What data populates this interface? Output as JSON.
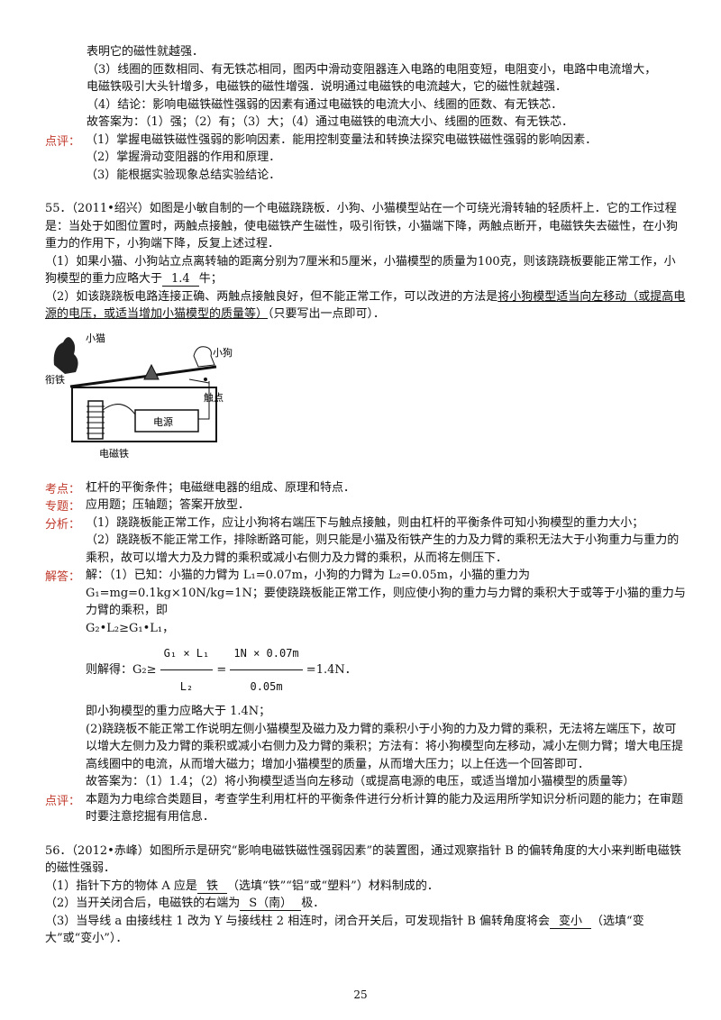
{
  "prev": {
    "l1": "表明它的磁性就越强．",
    "l2": "（3）线圈的匝数相同、有无铁芯相同，图丙中滑动变阻器连入电路的电阻变短，电阻变小，电路中电流增大，",
    "l3": "电磁铁吸引大头针增多，电磁铁的磁性增强．说明通过电磁铁的电流越大，它的磁性就越强．",
    "l4": "（4）结论：影响电磁铁磁性强弱的因素有通过电磁铁的电流大小、线圈的匝数、有无铁芯．",
    "l5": "故答案为：（1）强；（2）有；（3）大；（4）通过电磁铁的电流大小、线圈的匝数、有无铁芯．",
    "comment_label": "点评：",
    "c1": "（1）掌握电磁铁磁性强弱的影响因素．能用控制变量法和转换法探究电磁铁磁性强弱的影响因素．",
    "c2": "（2）掌握滑动变阻器的作用和原理．",
    "c3": "（3）能根据实验现象总结实验结论．"
  },
  "q55": {
    "stem": "55．（2011•绍兴）如图是小敏自制的一个电磁跷跷板．小狗、小猫模型站在一个可绕光滑转轴的轻质杆上．它的工作过程是：当处于如图位置时，两触点接触，使电磁铁产生磁性，吸引衔铁，小猫端下降，两触点断开，电磁铁失去磁性，在小狗重力的作用下，小狗端下降，反复上述过程．",
    "p1_a": "（1）如果小猫、小狗站立点离转轴的距离分别为7厘米和5厘米，小猫模型的质量为100克，则该跷跷板要能正常工作，小狗模型的重力应略大于",
    "p1_blank": "1.4",
    "p1_b": "牛；",
    "p2_a": "（2）如该跷跷板电路连接正确、两触点接触良好，但不能正常工作，可以改进的方法是",
    "p2_blank": "将小狗模型适当向左移动（或提高电源的电压，或适当增加小猫模型的质量等）",
    "p2_b": "（只要写出一点即可）．",
    "fig": {
      "cat": "小猫",
      "dog": "小狗",
      "armature": "衔铁",
      "contact": "触点",
      "power": "电源",
      "electromagnet": "电磁铁"
    },
    "kaodian_label": "考点：",
    "kaodian": "杠杆的平衡条件；电磁继电器的组成、原理和特点．",
    "zhuanti_label": "专题：",
    "zhuanti": "应用题；压轴题；答案开放型．",
    "fenxi_label": "分析：",
    "fenxi1": "（1）跷跷板能正常工作，应让小狗将右端压下与触点接触，则由杠杆的平衡条件可知小狗模型的重力大小；",
    "fenxi2": "（2）跷跷板不能正常工作，排除断路可能，则只能是小猫及衔铁产生的力及力臂的乘积无法大于小狗重力与重力的乘积，故可以增大力及力臂的乘积或减小右侧力及力臂的乘积，从而将左侧压下．",
    "jieda_label": "解答：",
    "j1": "解：（1）已知：小猫的力臂为 L₁=0.07m，小狗的力臂为 L₂=0.05m，小猫的重力为 G₁=mg=0.1kg×10N/kg=1N；要使跷跷板能正常工作，则应使小狗的重力与力臂的乘积大于或等于小猫的重力与力臂的乘积，即",
    "j2": "G₂•L₂≥G₁•L₁，",
    "j3_pre": "则解得：G₂≥",
    "frac1_num": "G₁ × L₁",
    "frac1_den": "L₂",
    "eq_mid": "=",
    "frac2_num": "1N × 0.07m",
    "frac2_den": "0.05m",
    "j3_post": "=1.4N．",
    "j4": "即小狗模型的重力应略大于 1.4N；",
    "j5": "(2)跷跷板不能正常工作说明左侧小猫模型及磁力及力臂的乘积小于小狗的力及力臂的乘积，无法将左端压下，故可以增大左侧力及力臂的乘积或减小右侧力及力臂的乘积；方法有：将小狗模型向左移动，减小左侧力臂；增大电压提高线圈中的电流，从而增大磁力；增加小猫模型的质量，从而增大压力；以上任选一个回答即可．",
    "j6": "故答案为：（1）1.4；（2）将小狗模型适当向左移动（或提高电源的电压，或适当增加小猫模型的质量等）",
    "dianping_label": "点评：",
    "dianping": "本题为力电综合类题目，考查学生利用杠杆的平衡条件进行分析计算的能力及运用所学知识分析问题的能力；在审题时要注意挖掘有用信息．"
  },
  "q56": {
    "stem": "56．（2012•赤峰）如图所示是研究“影响电磁铁磁性强弱因素”的装置图，通过观察指针 B 的偏转角度的大小来判断电磁铁的磁性强弱．",
    "p1_a": "（1）指针下方的物体 A 应是",
    "p1_blank": "铁",
    "p1_b": "（选填“铁”“铝”或“塑料”）材料制成的．",
    "p2_a": "（2）当开关闭合后，电磁铁的右端为",
    "p2_blank": "S（南）",
    "p2_b": "极．",
    "p3_a": "（3）当导线 a 由接线柱 1 改为 Y 与接线柱 2 相连时，闭合开关后，可发现指针 B 偏转角度将会",
    "p3_blank": "变小",
    "p3_b": "（选填“变大”或“变小”）．"
  },
  "page_number": "25"
}
